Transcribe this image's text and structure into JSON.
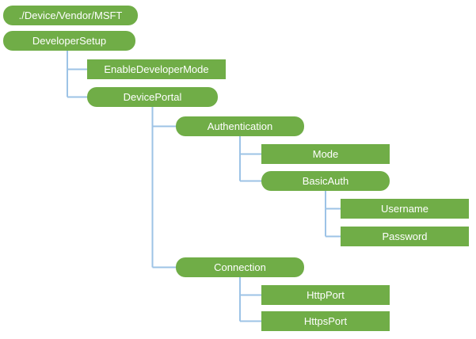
{
  "diagram": {
    "type": "tree",
    "description": "DeveloperSetup CSP node tree",
    "colors": {
      "node_fill": "#70AD47",
      "node_text": "#FFFFFF",
      "connector": "#9DC3E6",
      "background": "#FFFFFF"
    },
    "nodes": [
      {
        "label": "./Device/Vendor/MSFT",
        "shape": "rounded",
        "parent": null
      },
      {
        "label": "DeveloperSetup",
        "shape": "rounded",
        "parent": "./Device/Vendor/MSFT"
      },
      {
        "label": "EnableDeveloperMode",
        "shape": "rect",
        "parent": "DeveloperSetup"
      },
      {
        "label": "DevicePortal",
        "shape": "rounded",
        "parent": "DeveloperSetup"
      },
      {
        "label": "Authentication",
        "shape": "rounded",
        "parent": "DevicePortal"
      },
      {
        "label": "Mode",
        "shape": "rect",
        "parent": "Authentication"
      },
      {
        "label": "BasicAuth",
        "shape": "rounded",
        "parent": "Authentication"
      },
      {
        "label": "Username",
        "shape": "rect",
        "parent": "BasicAuth"
      },
      {
        "label": "Password",
        "shape": "rect",
        "parent": "BasicAuth"
      },
      {
        "label": "Connection",
        "shape": "rounded",
        "parent": "DevicePortal"
      },
      {
        "label": "HttpPort",
        "shape": "rect",
        "parent": "Connection"
      },
      {
        "label": "HttpsPort",
        "shape": "rect",
        "parent": "Connection"
      }
    ]
  }
}
